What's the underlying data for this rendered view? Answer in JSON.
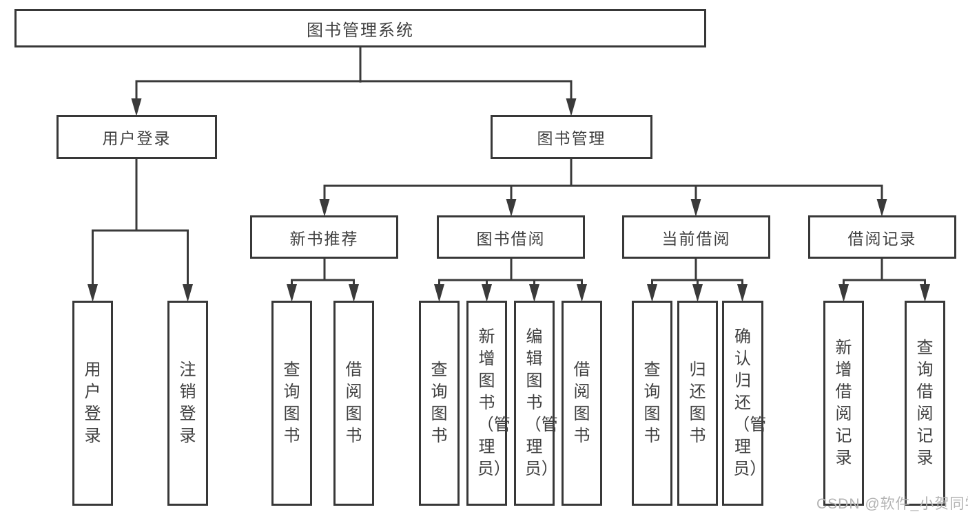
{
  "diagram": {
    "title": "图书管理系统",
    "type": "hierarchy-tree",
    "tree": {
      "label": "图书管理系统",
      "children": [
        {
          "label": "用户登录",
          "children": [
            {
              "label": "用户登录"
            },
            {
              "label": "注销登录"
            }
          ]
        },
        {
          "label": "图书管理",
          "children": [
            {
              "label": "新书推荐",
              "children": [
                {
                  "label": "查询图书"
                },
                {
                  "label": "借阅图书"
                }
              ]
            },
            {
              "label": "图书借阅",
              "children": [
                {
                  "label": "查询图书"
                },
                {
                  "label": "新增图书（管理员）"
                },
                {
                  "label": "编辑图书（管理员）"
                },
                {
                  "label": "借阅图书"
                }
              ]
            },
            {
              "label": "当前借阅",
              "children": [
                {
                  "label": "查询图书"
                },
                {
                  "label": "归还图书"
                },
                {
                  "label": "确认归还（管理员）"
                }
              ]
            },
            {
              "label": "借阅记录",
              "children": [
                {
                  "label": "新增借阅记录"
                },
                {
                  "label": "查询借阅记录"
                }
              ]
            }
          ]
        }
      ]
    },
    "colors": {
      "line": "#3a3a3a",
      "box_border": "#383838",
      "text": "#3f3f3f",
      "background": "#ffffff",
      "watermark": "#b3b3b3"
    }
  },
  "watermark": {
    "text": "CSDN @软件_小贺同学"
  }
}
